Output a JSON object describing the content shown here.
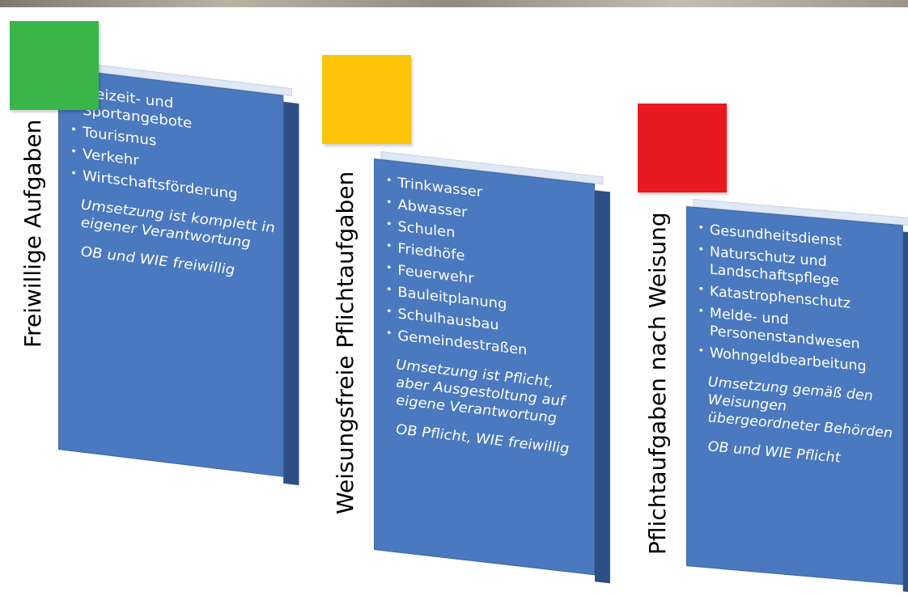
{
  "columns": [
    {
      "title": "Freiwillige Aufgaben",
      "color": "#3ab54a",
      "items": [
        "Freizeit- und Sportangebote",
        "Tourismus",
        "Verkehr",
        "Wirtschaftsförderung"
      ],
      "note1": "Umsetzung ist komplett in eigener Verantwortung",
      "note2": "OB und WIE freiwillig"
    },
    {
      "title": "Weisungsfreie Pflichtaufgaben",
      "color": "#fcc50a",
      "items": [
        "Trinkwasser",
        "Abwasser",
        "Schulen",
        "Friedhöfe",
        "Feuerwehr",
        "Bauleitplanung",
        "Schulhausbau",
        "Gemeindestraßen"
      ],
      "note1": "Umsetzung ist Pflicht, aber Ausgestoltung auf eigene Verantwortung",
      "note2": "OB Pflicht, WIE freiwillig"
    },
    {
      "title": "Pflichtaufgaben nach Weisung",
      "color": "#e8191f",
      "items": [
        "Gesundheitsdienst",
        "Naturschutz und Landschaftspflege",
        "Katastrophenschutz",
        "Melde- und Personenstandwesen",
        "Wohngeldbearbeitung"
      ],
      "note1": "Umsetzung gemäß den Weisungen übergeordneter Behörden",
      "note2": "OB und WIE Pflicht"
    }
  ]
}
